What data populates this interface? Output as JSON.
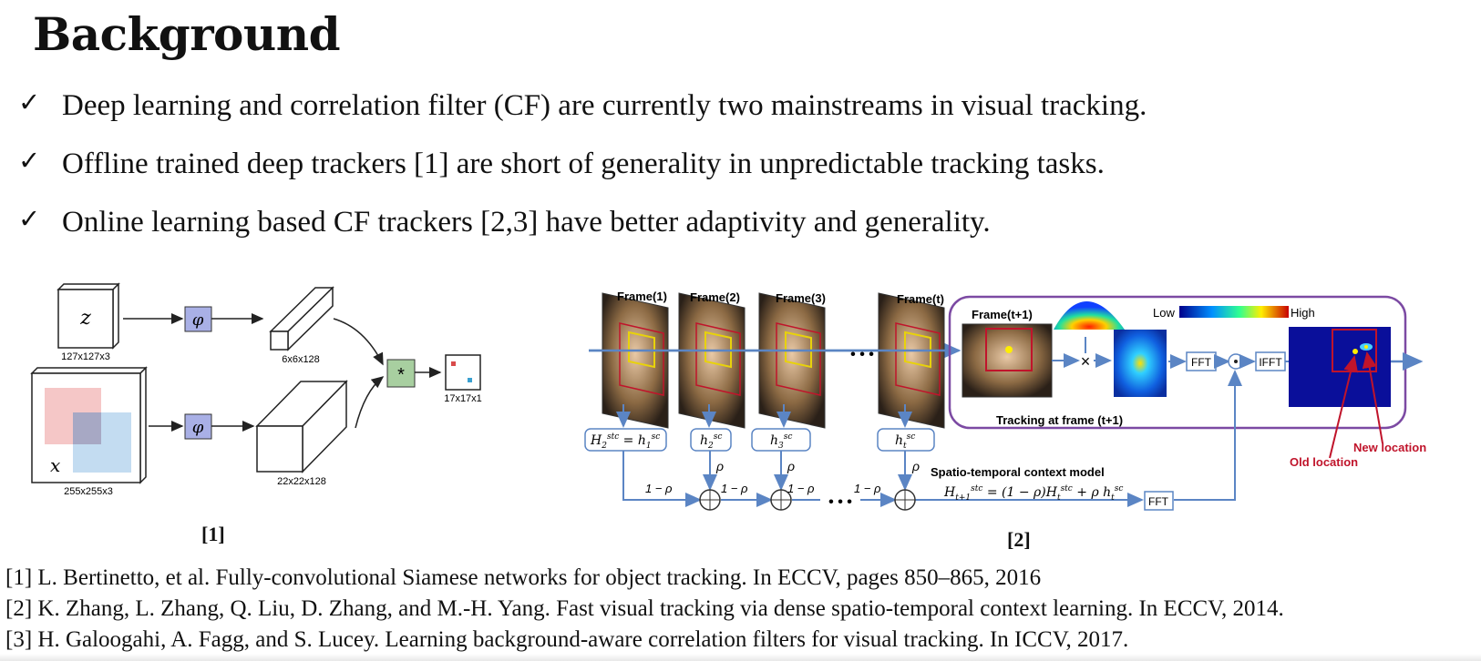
{
  "title": "Background",
  "bullets": [
    "Deep learning and correlation filter (CF) are currently two mainstreams in visual tracking.",
    "Offline trained deep trackers [1] are short of generality in unpredictable tracking tasks.",
    "Online learning based CF trackers [2,3] have better adaptivity and generality."
  ],
  "bullet_marker": "✓",
  "figure1": {
    "tag": "[1]",
    "z_label": "z",
    "z_size": "127x127x3",
    "x_label": "x",
    "x_size": "255x255x3",
    "phi": "φ",
    "feat_small": "6x6x128",
    "feat_large": "22x22x128",
    "corr": "*",
    "out_size": "17x17x1"
  },
  "figure2": {
    "tag": "[2]",
    "frames": [
      "Frame(1)",
      "Frame(2)",
      "Frame(3)",
      "Frame(t)"
    ],
    "frame_next": "Frame(t+1)",
    "tracking_caption": "Tracking at frame (t+1)",
    "colorbar_low": "Low",
    "colorbar_high": "High",
    "fft": "FFT",
    "ifft": "IFFT",
    "model_title": "Spatio-temporal  context  model",
    "box1_base": "H",
    "box1_sup": "stc",
    "box1_sub": "2",
    "box1_rhs_base": "h",
    "box1_rhs_sup": "sc",
    "box1_rhs_sub": "1",
    "box_h2": {
      "base": "h",
      "sup": "sc",
      "sub": "2"
    },
    "box_h3": {
      "base": "h",
      "sup": "sc",
      "sub": "3"
    },
    "box_ht": {
      "base": "h",
      "sup": "sc",
      "sub": "t"
    },
    "rho": "ρ",
    "one_minus_rho": "1 − ρ",
    "update_eq_prefix": "H",
    "update_eq_sub": "t+1",
    "update_eq_sup": "stc",
    "update_eq_mid": " = (1 − ρ)H",
    "update_eq_mid_sub": "t",
    "update_eq_mid_sup": "stc",
    "update_eq_tail": " + ρ h",
    "update_eq_tail_sub": "t",
    "update_eq_tail_sup": "sc",
    "old_location": "Old location",
    "new_location": "New location",
    "ellipsis": "• • •"
  },
  "references": [
    "[1] L. Bertinetto, et al. Fully-convolutional Siamese networks for object tracking. In ECCV, pages 850–865, 2016",
    "[2] K. Zhang, L. Zhang, Q. Liu, D. Zhang, and M.-H. Yang. Fast visual tracking via dense spatio-temporal context learning. In ECCV, 2014.",
    "[3] H. Galoogahi, A. Fagg, and S. Lucey. Learning background-aware correlation filters for visual tracking. In ICCV, 2017."
  ],
  "colors": {
    "phi_box": "#a9b0e6",
    "corr_box": "#a8cfa0",
    "pipeline_arrow": "#5b85c4",
    "tracking_frame": "#7c4aa3",
    "annotation_red": "#c0142b"
  }
}
